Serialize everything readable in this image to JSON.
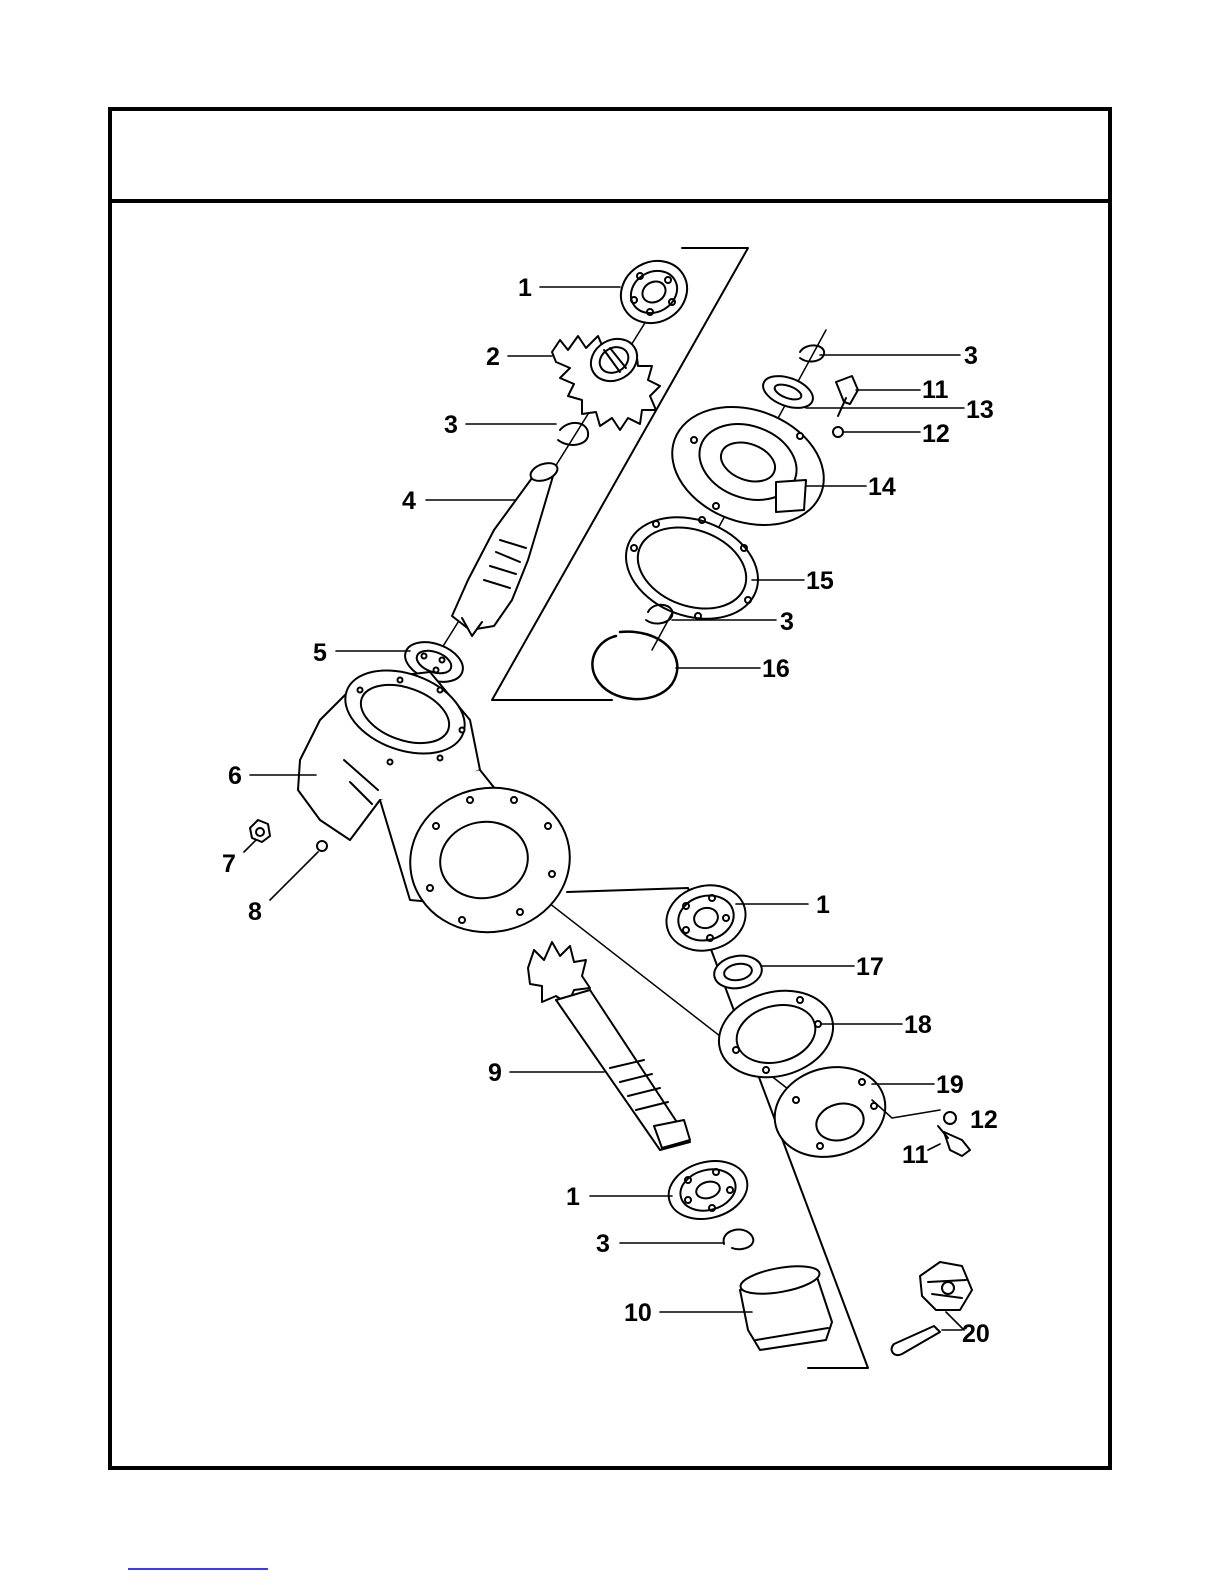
{
  "figure": {
    "title": ""
  },
  "callouts": {
    "c1a": "1",
    "c2": "2",
    "c3a": "3",
    "c4": "4",
    "c5": "5",
    "c6": "6",
    "c7": "7",
    "c8": "8",
    "c3b": "3",
    "c11a": "11",
    "c13": "13",
    "c12a": "12",
    "c14": "14",
    "c15": "15",
    "c3c": "3",
    "c16": "16",
    "c1b": "1",
    "c17": "17",
    "c18": "18",
    "c19": "19",
    "c12b": "12",
    "c11b": "11",
    "c9": "9",
    "c1c": "1",
    "c3d": "3",
    "c10": "10",
    "c20": "20"
  },
  "colors": {
    "ink": "#000000",
    "link": "#3a3aff"
  }
}
